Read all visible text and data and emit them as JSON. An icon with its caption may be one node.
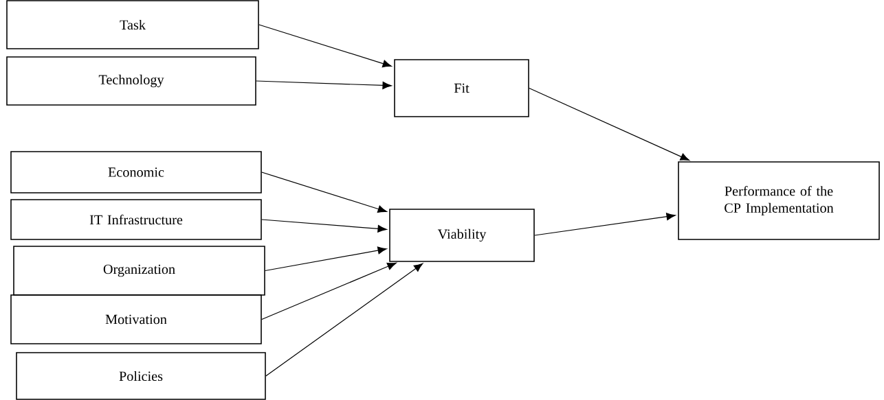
{
  "diagram": {
    "nodes": [
      {
        "text": [
          "Task"
        ]
      },
      {
        "text": [
          "Technology"
        ]
      },
      {
        "text": [
          "Fit"
        ]
      },
      {
        "text": [
          "Economic"
        ]
      },
      {
        "text": [
          "IT Infrastructure"
        ]
      },
      {
        "text": [
          "Organization"
        ]
      },
      {
        "text": [
          "Motivation"
        ]
      },
      {
        "text": [
          "Policies"
        ]
      },
      {
        "text": [
          "Viability"
        ]
      },
      {
        "text": [
          "Performance of the CP Implementation"
        ]
      }
    ],
    "edges": [
      {
        "from": 0,
        "to": 2,
        "arrow": "to"
      },
      {
        "from": 1,
        "to": 2,
        "arrow": "to"
      },
      {
        "from": 2,
        "to": 9,
        "arrow": "to"
      },
      {
        "from": 3,
        "to": 8,
        "arrow": "to"
      },
      {
        "from": 4,
        "to": 8,
        "arrow": "to"
      },
      {
        "from": 5,
        "to": 8,
        "arrow": "to"
      },
      {
        "from": 6,
        "to": 8,
        "arrow": "to"
      },
      {
        "from": 7,
        "to": 8,
        "arrow": "to"
      },
      {
        "from": 8,
        "to": 9,
        "arrow": "to"
      }
    ]
  }
}
